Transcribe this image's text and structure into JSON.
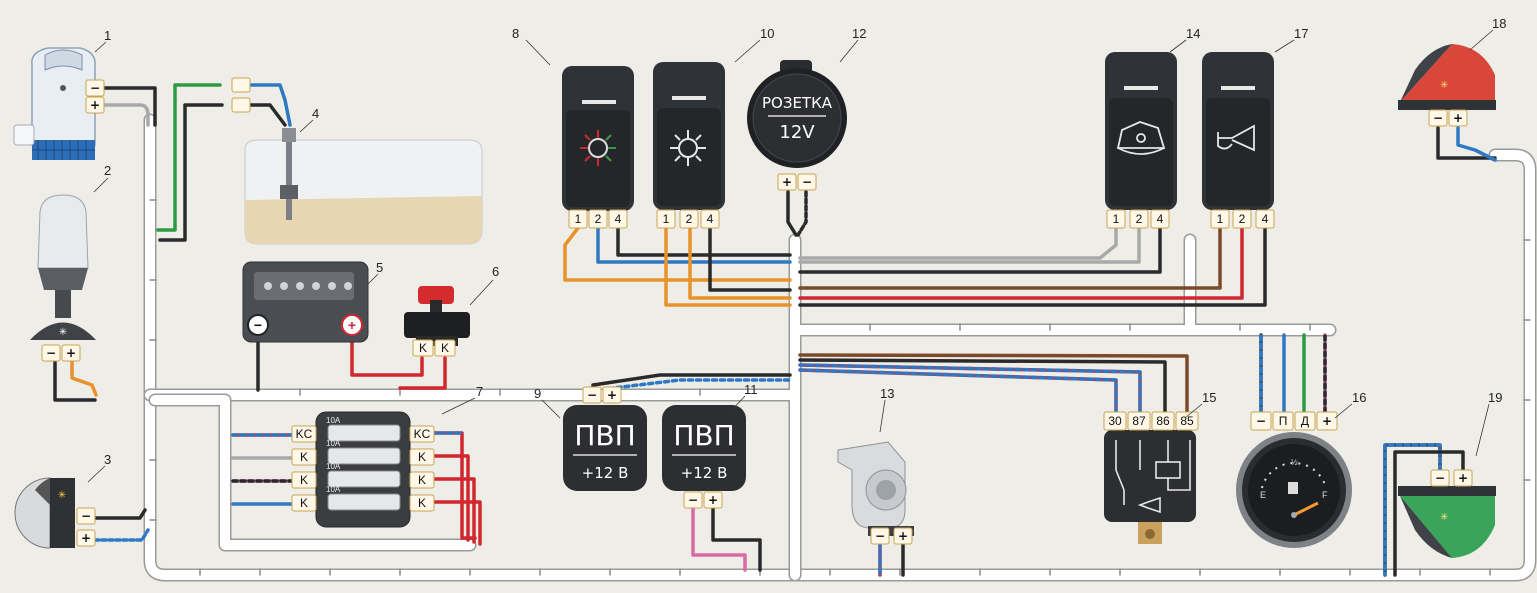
{
  "labels": {
    "n1": "1",
    "n2": "2",
    "n3": "3",
    "n4": "4",
    "n5": "5",
    "n6": "6",
    "n7": "7",
    "n8": "8",
    "n9": "9",
    "n10": "10",
    "n11": "11",
    "n12": "12",
    "n13": "13",
    "n14": "14",
    "n15": "15",
    "n16": "16",
    "n17": "17",
    "n18": "18",
    "n19": "19"
  },
  "pins": {
    "minus": "−",
    "plus": "+",
    "sw1": "1",
    "sw2": "2",
    "sw4": "4",
    "k": "K",
    "kc": "KC",
    "relay30": "30",
    "relay87": "87",
    "relay86": "86",
    "relay85": "85",
    "gauge_p": "П",
    "gauge_d": "Д"
  },
  "socket": {
    "title": "РОЗЕТКА",
    "voltage": "12V"
  },
  "converter": {
    "title": "ПВП",
    "voltage": "+12 В"
  },
  "fuses": {
    "rating": "10A"
  },
  "gauge": {
    "e": "E",
    "f": "F",
    "half": "½"
  },
  "colors": {
    "black": "#2a2a2a",
    "blue": "#2f78c4",
    "orange": "#e8922a",
    "grey": "#a9a9a9",
    "red": "#d2272f",
    "brown": "#7a4a2a",
    "green": "#2e9a46",
    "pink": "#d96aa3",
    "harness": "#ffffff"
  }
}
